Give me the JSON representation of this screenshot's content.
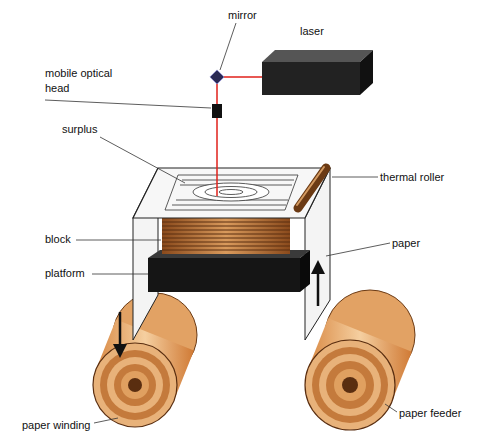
{
  "diagram": {
    "labels": [
      "mirror",
      "laser",
      "mobile optical head",
      "surplus",
      "thermal roller",
      "paper",
      "block",
      "platform",
      "paper winding",
      "paper feeder"
    ]
  }
}
